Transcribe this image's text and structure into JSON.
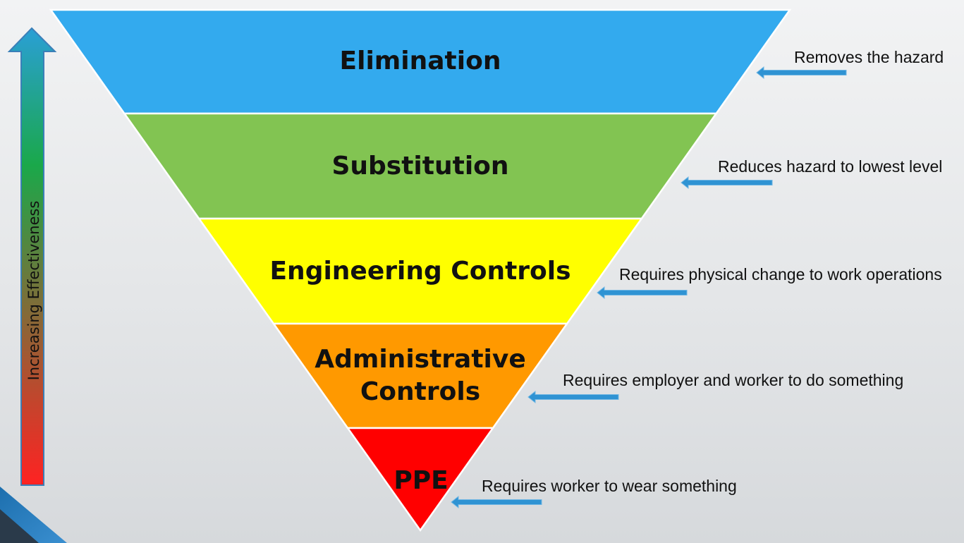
{
  "diagram": {
    "levels": [
      {
        "name": "elimination",
        "lines": [
          "Elimination"
        ],
        "color": "#33aaee",
        "note": "Removes the hazard"
      },
      {
        "name": "substitution",
        "lines": [
          "Substitution"
        ],
        "color": "#82c452",
        "note": "Reduces hazard to lowest level"
      },
      {
        "name": "engineering-controls",
        "lines": [
          "Engineering Controls"
        ],
        "color": "#ffff00",
        "note": "Requires physical change to work operations"
      },
      {
        "name": "administrative-controls",
        "lines": [
          "Administrative",
          "Controls"
        ],
        "color": "#ff9900",
        "note": "Requires employer and worker to do something"
      },
      {
        "name": "ppe",
        "lines": [
          "PPE"
        ],
        "color": "#ff0000",
        "note": "Requires worker to wear something"
      }
    ],
    "effectiveness_axis": {
      "label": "Increasing Effectiveness",
      "gradient_colors": [
        "#2a9fd6",
        "#1aa84a",
        "#ff2222"
      ]
    },
    "note_arrow_color": "#2f93d3"
  }
}
